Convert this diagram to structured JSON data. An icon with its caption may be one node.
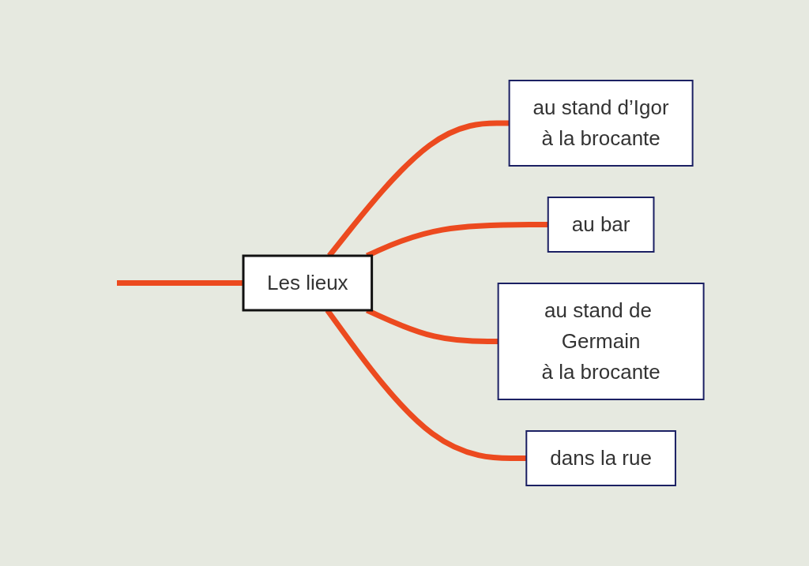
{
  "diagram": {
    "nodes": [
      {
        "text": [
          "Les lieux"
        ]
      },
      {
        "text": [
          "au stand d’Igor",
          "à la brocante"
        ]
      },
      {
        "text": [
          "au bar"
        ]
      },
      {
        "text": [
          "au stand de Germain",
          "à la brocante"
        ]
      },
      {
        "text": [
          "dans la rue"
        ]
      }
    ],
    "edges": [
      {
        "from": null,
        "to": 0,
        "arrow": "none"
      },
      {
        "from": 0,
        "to": 1,
        "arrow": "none"
      },
      {
        "from": 0,
        "to": 2,
        "arrow": "none"
      },
      {
        "from": 0,
        "to": 3,
        "arrow": "none"
      },
      {
        "from": 0,
        "to": 4,
        "arrow": "none"
      }
    ]
  }
}
